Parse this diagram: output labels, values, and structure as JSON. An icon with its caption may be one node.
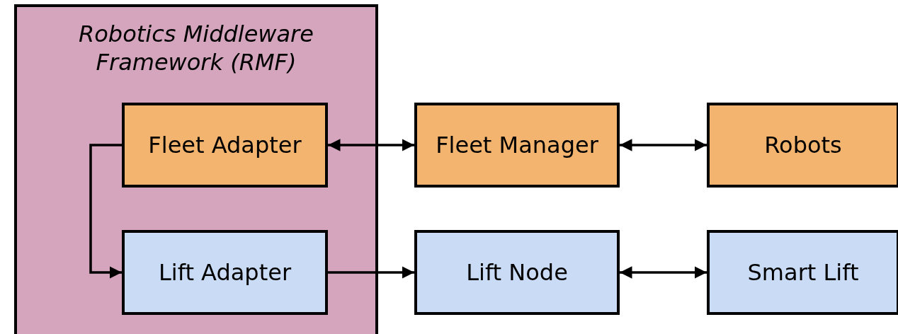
{
  "diagram": {
    "nodes": [
      {
        "text": [
          "Robotics Middleware Framework (RMF)"
        ]
      },
      {
        "text": [
          "Fleet Adapter"
        ],
        "in": 0
      },
      {
        "text": [
          "Fleet Manager"
        ]
      },
      {
        "text": [
          "Robots"
        ]
      },
      {
        "text": [
          "Lift Adapter"
        ],
        "in": 0
      },
      {
        "text": [
          "Lift Node"
        ]
      },
      {
        "text": [
          "Smart Lift"
        ]
      }
    ],
    "edges": [
      {
        "from": 1,
        "to": 2,
        "arrow": "both"
      },
      {
        "from": 2,
        "to": 3,
        "arrow": "both"
      },
      {
        "from": 1,
        "to": 4,
        "arrow": "to"
      },
      {
        "from": 4,
        "to": 5,
        "arrow": "to"
      },
      {
        "from": 5,
        "to": 6,
        "arrow": "both"
      }
    ]
  }
}
